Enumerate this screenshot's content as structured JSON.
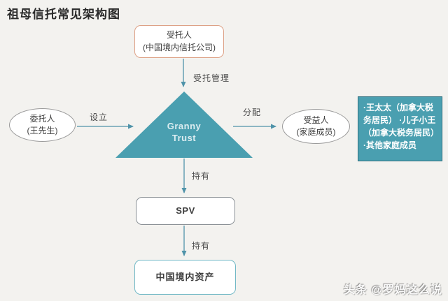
{
  "title": "祖母信托常见架构图",
  "nodes": {
    "trustee": {
      "line1": "受托人",
      "line2": "(中国境内信托公司)"
    },
    "settlor": {
      "line1": "委托人",
      "line2": "(王先生)"
    },
    "trust": {
      "line1": "Granny",
      "line2": "Trust"
    },
    "beneficiary": {
      "line1": "受益人",
      "line2": "(家庭成员)"
    },
    "spv": {
      "label": "SPV"
    },
    "assets": {
      "label": "中国境内资产"
    },
    "beneficiary_list": {
      "items": [
        "·王太太（加拿大税务居民）",
        "·儿子小王（加拿大税务居民）",
        "·其他家庭成员"
      ]
    }
  },
  "edges": {
    "manage": "受托管理",
    "setup": "设立",
    "distribute": "分配",
    "hold1": "持有",
    "hold2": "持有"
  },
  "watermark": "头条 @罗妈这么说",
  "colors": {
    "bg": "#f3f2ef",
    "teal": "#4A9FB0",
    "arrow": "#4f93a9",
    "trustee_border": "#DDA186",
    "ellipse_border": "#9a9a9a",
    "spv_border": "#8b9196",
    "assets_border": "#72b9c6",
    "benef_border": "#2f6e7e",
    "text_dark": "#3d3d3d",
    "triangle_text": "#dcedf1"
  }
}
